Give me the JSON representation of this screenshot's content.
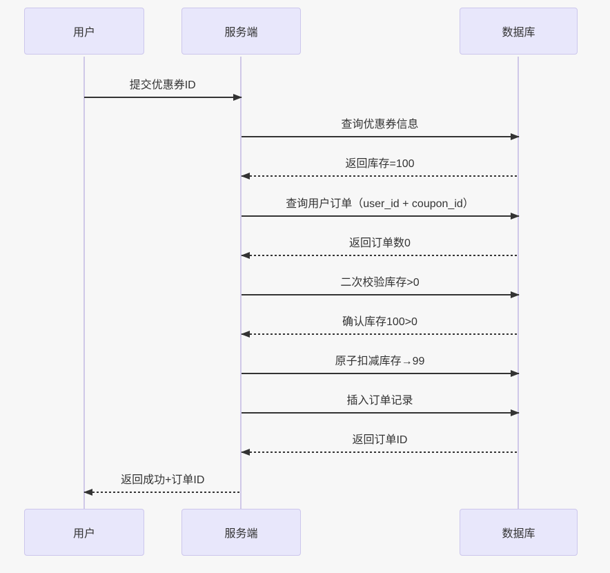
{
  "diagram": {
    "type": "sequence",
    "colors": {
      "background": "#f7f7f7",
      "actor_fill": "#e8e7fb",
      "actor_border": "#ccc6ec",
      "lifeline": "#cfc8e8",
      "arrow": "#333333",
      "text": "#333333"
    }
  },
  "actors": [
    {
      "id": "user",
      "label": "用户"
    },
    {
      "id": "server",
      "label": "服务端"
    },
    {
      "id": "database",
      "label": "数据库"
    }
  ],
  "messages": [
    {
      "from": "user",
      "to": "server",
      "label": "提交优惠券ID",
      "line": "solid"
    },
    {
      "from": "server",
      "to": "database",
      "label": "查询优惠券信息",
      "line": "solid"
    },
    {
      "from": "database",
      "to": "server",
      "label": "返回库存=100",
      "line": "dashed"
    },
    {
      "from": "server",
      "to": "database",
      "label": "查询用户订单（user_id + coupon_id）",
      "line": "solid"
    },
    {
      "from": "database",
      "to": "server",
      "label": "返回订单数0",
      "line": "dashed"
    },
    {
      "from": "server",
      "to": "database",
      "label": "二次校验库存>0",
      "line": "solid"
    },
    {
      "from": "database",
      "to": "server",
      "label": "确认库存100>0",
      "line": "dashed"
    },
    {
      "from": "server",
      "to": "database",
      "label": "原子扣减库存→99",
      "line": "solid"
    },
    {
      "from": "server",
      "to": "database",
      "label": "插入订单记录",
      "line": "solid"
    },
    {
      "from": "database",
      "to": "server",
      "label": "返回订单ID",
      "line": "dashed"
    },
    {
      "from": "server",
      "to": "user",
      "label": "返回成功+订单ID",
      "line": "dashed"
    }
  ]
}
